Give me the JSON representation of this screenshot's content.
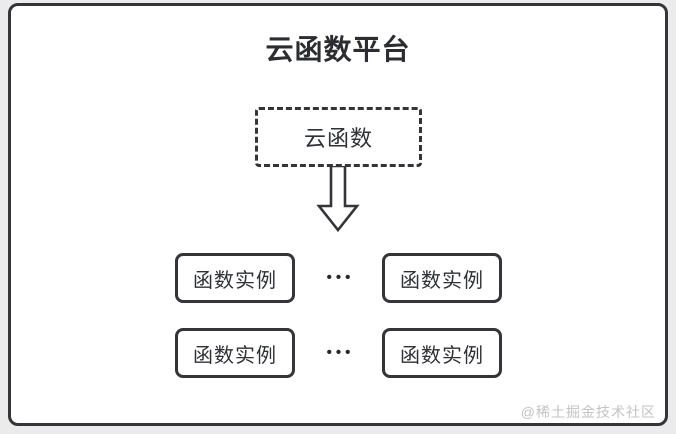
{
  "page": {
    "title": "云函数平台",
    "watermark": "@稀土掘金技术社区"
  },
  "diagram": {
    "source_box": {
      "label": "云函数"
    },
    "arrow": "down-arrow",
    "rows": [
      {
        "left_label": "函数实例",
        "separator": "•••",
        "right_label": "函数实例"
      },
      {
        "left_label": "函数实例",
        "separator": "•••",
        "right_label": "函数实例"
      }
    ]
  },
  "colors": {
    "border": "#333538",
    "text": "#2e3136",
    "title_text": "#2b2d31",
    "canvas_background": "#ffffff",
    "page_background": "#ebebeb",
    "watermark_text": "#c3c3c3"
  }
}
